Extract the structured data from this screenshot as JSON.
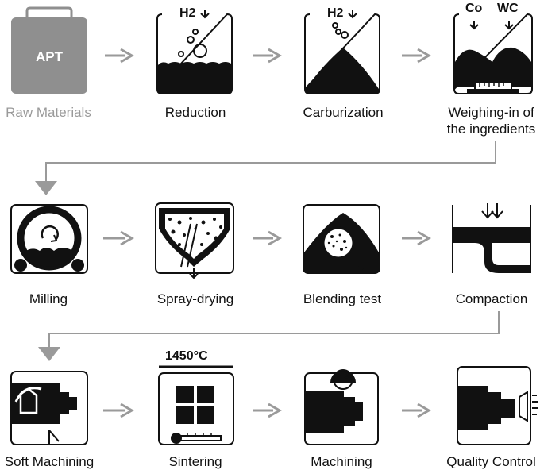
{
  "steps": [
    {
      "id": "raw-materials",
      "label": "Raw Materials",
      "muted": true
    },
    {
      "id": "reduction",
      "label": "Reduction"
    },
    {
      "id": "carburization",
      "label": "Carburization"
    },
    {
      "id": "weighing-in",
      "label_line1": "Weighing-in of",
      "label_line2": "the ingredients"
    },
    {
      "id": "milling",
      "label": "Milling"
    },
    {
      "id": "spray-drying",
      "label": "Spray-drying"
    },
    {
      "id": "blending-test",
      "label": "Blending test"
    },
    {
      "id": "compaction",
      "label": "Compaction"
    },
    {
      "id": "soft-machining",
      "label": "Soft Machining"
    },
    {
      "id": "sintering",
      "label": "Sintering"
    },
    {
      "id": "machining",
      "label": "Machining"
    },
    {
      "id": "quality-control",
      "label": "Quality Control"
    }
  ],
  "icon_text": {
    "apt": "APT",
    "h2_reduction": "H2",
    "h2_carburization": "H2",
    "co": "Co",
    "wc": "WC",
    "temperature": "1450°C"
  },
  "colors": {
    "arrow": "#9a9a9a",
    "icon": "#111111",
    "muted": "#8f8f8f"
  }
}
